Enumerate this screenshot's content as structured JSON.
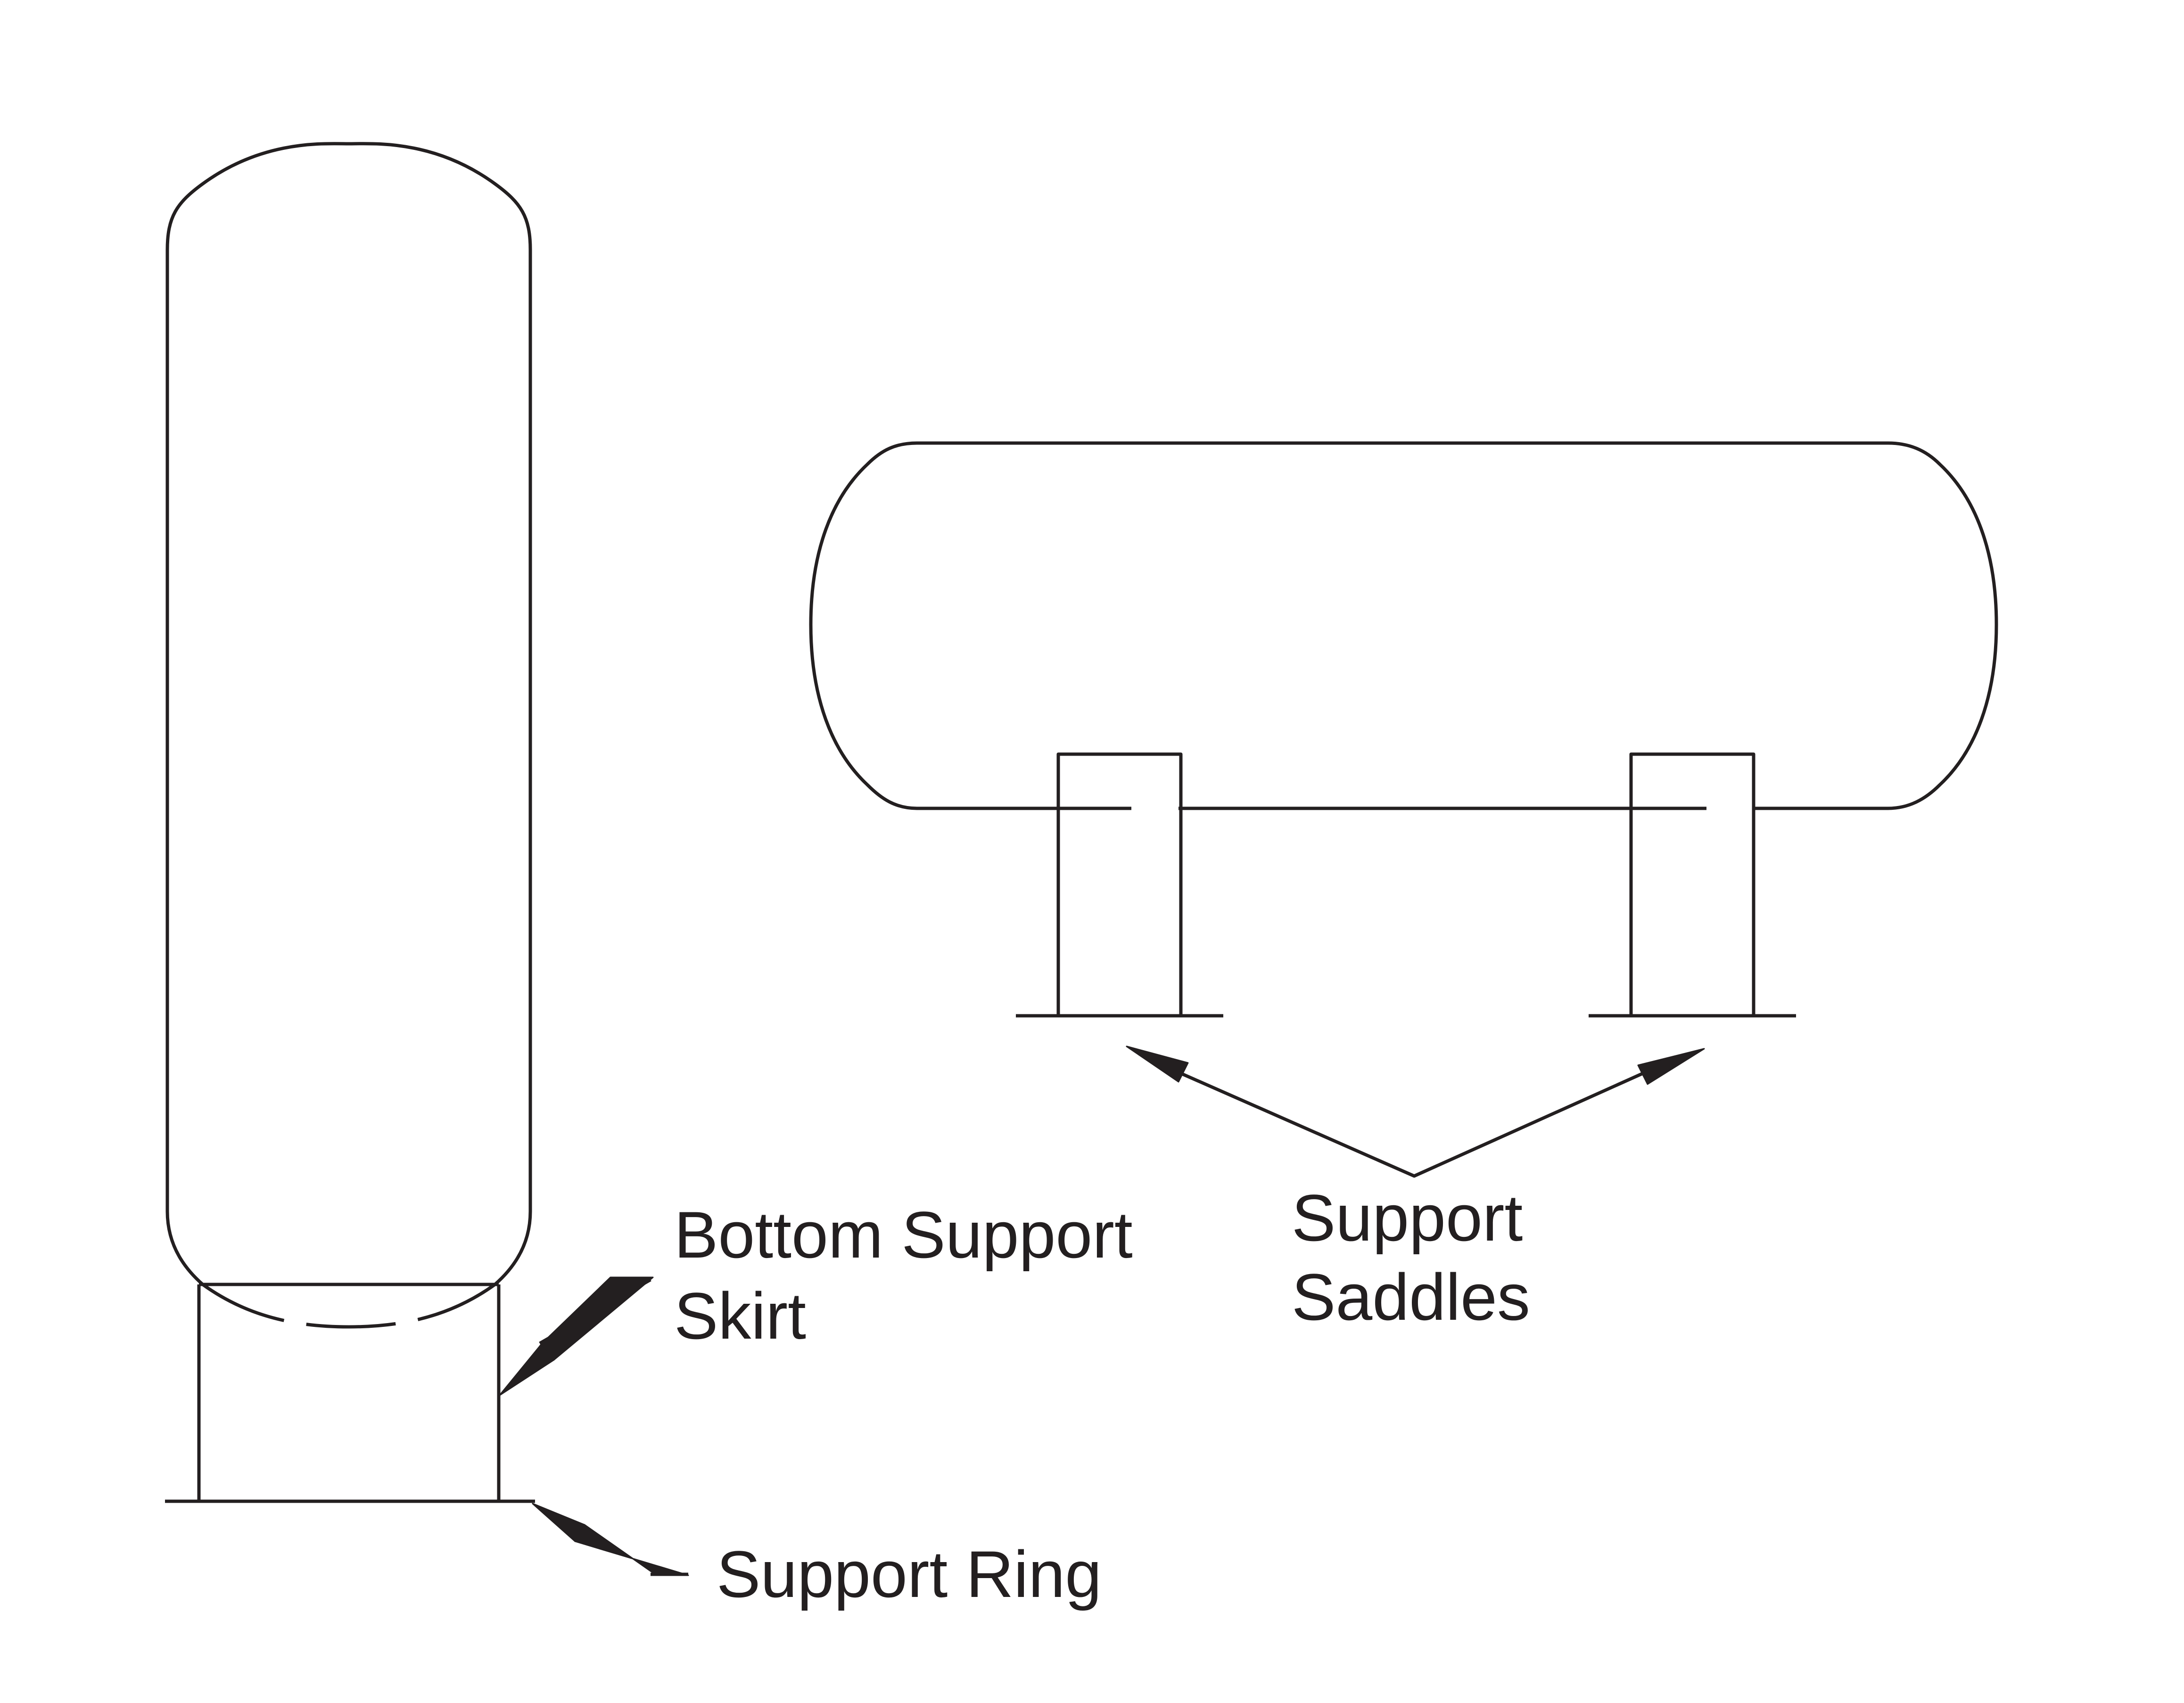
{
  "labels": {
    "skirt_line1": "Bottom Support",
    "skirt_line2": "Skirt",
    "ring": "Support Ring",
    "saddles_line1": "Support",
    "saddles_line2": "Saddles"
  },
  "colors": {
    "ink": "#231f20",
    "background": "#ffffff"
  }
}
